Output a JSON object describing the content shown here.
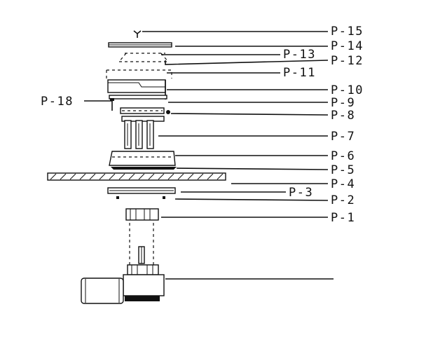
{
  "labels": {
    "p15": "P-15",
    "p14": "P-14",
    "p13": "P-13",
    "p12": "P-12",
    "p11": "P-11",
    "p10": "P-10",
    "p9": "P-9",
    "p8": "P-8",
    "p18": "P-18",
    "p7": "P-7",
    "p6": "P-6",
    "p5": "P-5",
    "p4": "P-4",
    "p3": "P-3",
    "p2": "P-2",
    "p1": "P-1"
  }
}
